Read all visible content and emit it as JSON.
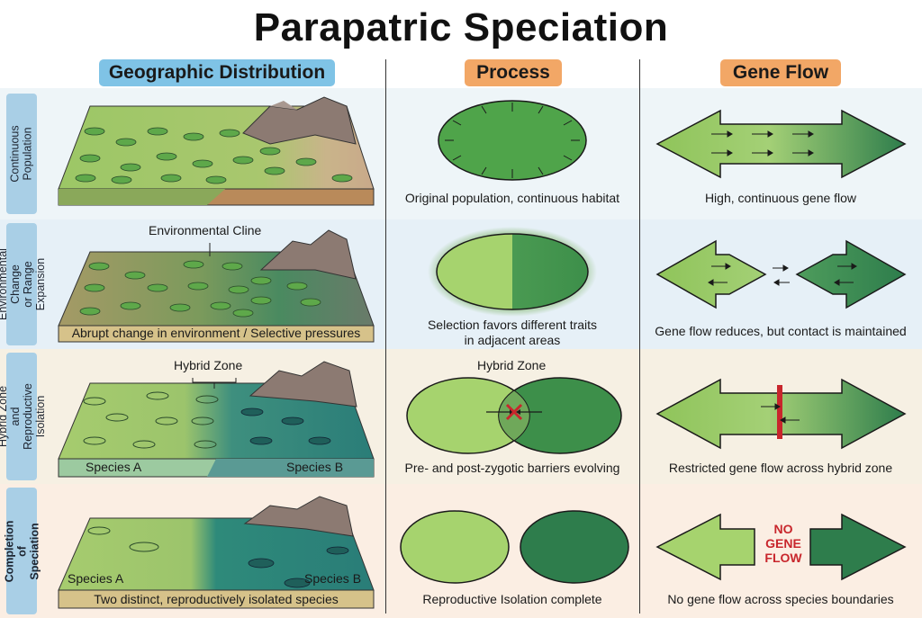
{
  "title": "Parapatric Speciation",
  "columns": {
    "geographic": "Geographic Distribution",
    "process": "Process",
    "gene_flow": "Gene Flow"
  },
  "colors": {
    "light_green": "#8fc45a",
    "dark_green": "#2e7d4c",
    "teal": "#2a7d78",
    "barrier_red": "#c8262c",
    "head_blue": "#7fc3e6",
    "head_orange": "#f2a766"
  },
  "rows": [
    {
      "label": "Continuous\nPopulation",
      "geo_caption": "",
      "process_caption": "Original population, continuous habitat",
      "gene_caption": "High, continuous gene flow"
    },
    {
      "label": "Environmental Change\nor Range Expansion",
      "geo_annotation": "Environmental Cline",
      "geo_caption": "Abrupt change in environment / Selective pressures",
      "process_caption": "Selection favors different traits\nin adjacent areas",
      "gene_caption": "Gene flow reduces, but contact is maintained"
    },
    {
      "label": "Hybrid Zone and\nReproductive Isolation",
      "geo_annotation": "Hybrid Zone",
      "species_a": "Species A",
      "species_b": "Species B",
      "process_annotation": "Hybrid Zone",
      "process_caption": "Pre- and post-zygotic barriers evolving",
      "gene_caption": "Restricted gene flow across hybrid zone"
    },
    {
      "label": "Completion of\nSpeciation",
      "species_a": "Species A",
      "species_b": "Species B",
      "geo_caption": "Two distinct, reproductively isolated species",
      "process_caption": "Reproductive Isolation complete",
      "gene_caption": "No gene flow across species boundaries",
      "no_gene_flow": "NO\nGENE\nFLOW"
    }
  ]
}
